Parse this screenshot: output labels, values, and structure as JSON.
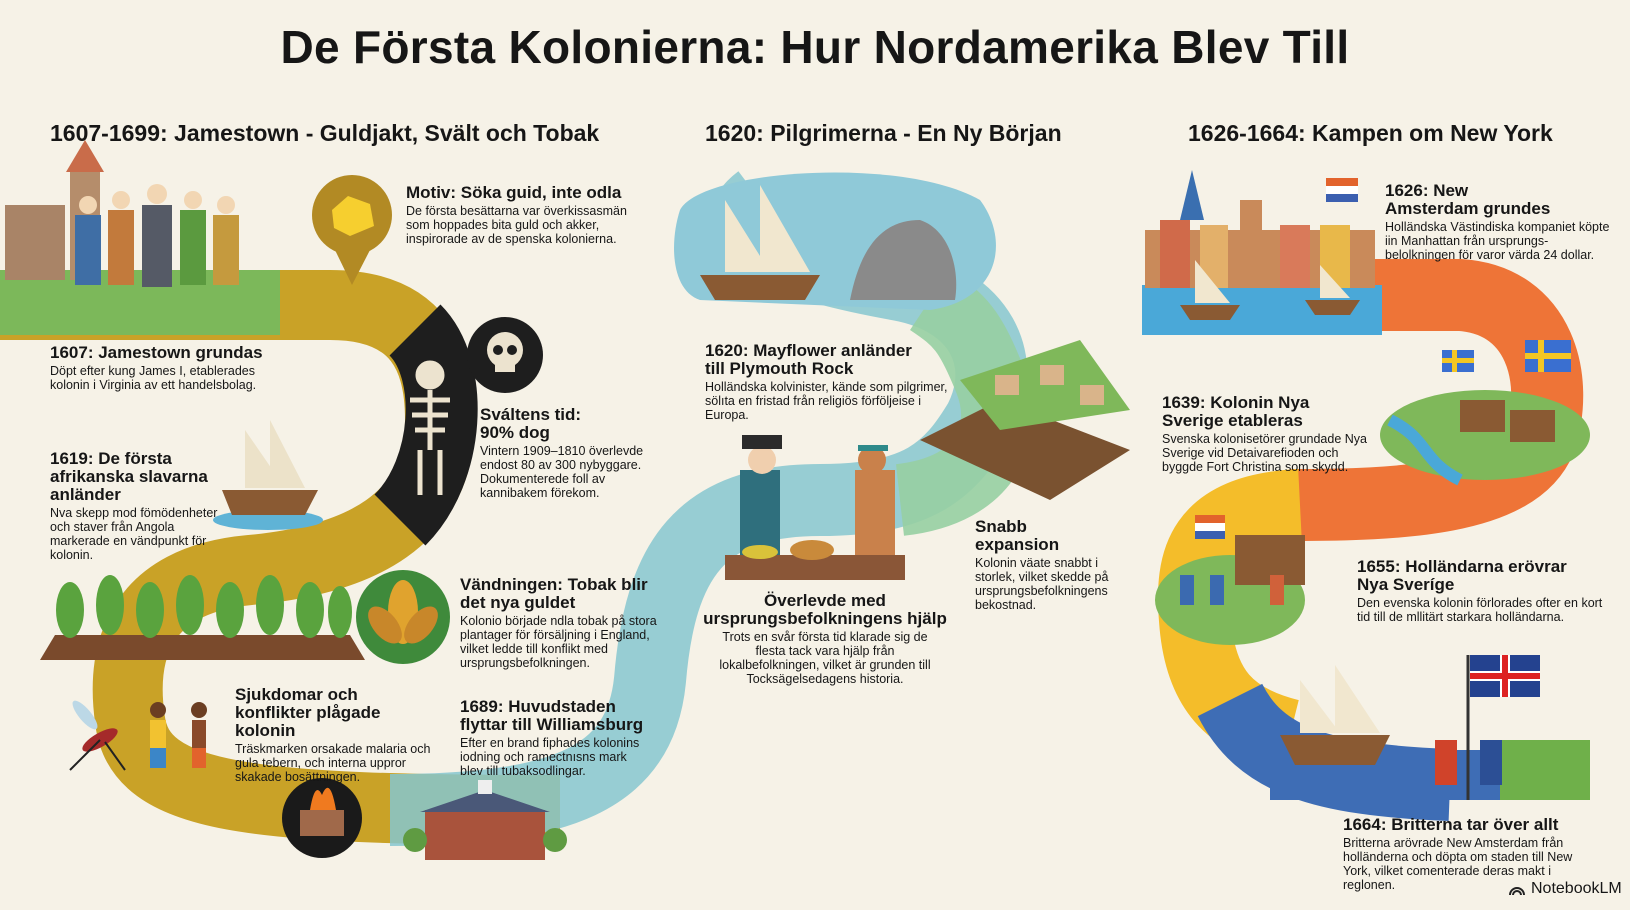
{
  "title": "De Första Kolonierna: Hur Nordamerika Blev Till",
  "sections": [
    {
      "heading": "1607-1699: Jamestown - Guldjakt, Svält och Tobak"
    },
    {
      "heading": "1620: Pilgrimerna - En Ny Början"
    },
    {
      "heading": "1626-1664: Kampen om New York"
    }
  ],
  "events": {
    "motiv": {
      "title": "Motiv: Söka guid, inte odla",
      "text": "De första besättarna var överkissasmän som hoppades bita guld och akker, inspirorade av de spenska kolonierna.",
      "icon": "gold-nugget-icon"
    },
    "jamestown": {
      "title": "1607: Jamestown grundas",
      "text": "Döpt efter kung James I, etablerades kolonin i Virginia av ett handelsbolag."
    },
    "svalt": {
      "title": "Sváltens tid: 90% dog",
      "text": "Vintern 1909–1810 överlevde endost 80 av 300 nybyggare. Dokumenterede foll av kannibakem förekom.",
      "icon": "skull-icon"
    },
    "slavar": {
      "title": "1619: De första afrikanska slavarna anländer",
      "text": "Nva skepp mod fömödenheter och staver från Angola markerade en vändpunkt för kolonin."
    },
    "tobak": {
      "title": "Vändningen: Tobak blir det nya guldet",
      "text": "Kolonio började ndla tobak på stora plantager för försäljning i England, vilket ledde till konflikt med ursprungsbefolkningen.",
      "icon": "tobacco-leaf-icon"
    },
    "sjukdomar": {
      "title": "Sjukdomar och konflikter plågade kolonin",
      "text": "Träskmarken orsakade malaria och gula tebern, och interna uppror skakade bosättningen."
    },
    "williamsburg": {
      "title": "1689: Huvudstaden flyttar till Williamsburg",
      "text": "Efter en brand fiphades kolonins iodning och ramectnısns mark blev till tubaksodlingar.",
      "icon": "burning-fort-icon"
    },
    "mayflower": {
      "title": "1620: Mayflower anländer till Plymouth Rock",
      "text": "Holländska kolvinister, kände som pilgrimer, sölıta en fristad från religiös förföljeise i Europa."
    },
    "overlevde": {
      "title": "Överlevde med ursprungsbefolkningens hjälp",
      "text": "Trots en svår första tid klarade sig de flesta tack vara hjälp från lokalbefolkningen, vilket är grunden till Tocksägelsedagens historia."
    },
    "expansion": {
      "title": "Snabb expansion",
      "text": "Kolonin väate snabbt i storlek, vilket skedde på ursprungsbefolkningens bekostnad."
    },
    "amsterdam": {
      "title": "1626: New Amsterdam grundes",
      "text": "Holländska Västindiska kompaniet köpte iin Manhattan från ursprungs-belolkningen för varor värda 24 dollar."
    },
    "nyasverige": {
      "title": "1639: Kolonin Nya Sverige etableras",
      "text": "Svenska kolonisetörer grundade Nya Sverige vid Detaivarefioden och byggde Fort Christina som skydd."
    },
    "erovrar": {
      "title": "1655: Holländarna erövrar Nya Sveríge",
      "text": "Den evenska kolonin förlorades ofter en kort tid till de mllitärt starkara holländarna."
    },
    "britterna": {
      "title": "1664: Britterna tar över allt",
      "text": "Britterna arövrade New Amsterdam från holländerna och döpta om staden till New York, vilket comenterade deras makt i reglonen."
    }
  },
  "brand": "NotebookLM",
  "colors": {
    "background": "#f6f2e7",
    "gold": "#c9a227",
    "dark": "#1e1e1e",
    "teal": "#7cc3cc",
    "green": "#8ec99a",
    "orange": "#ee7437",
    "yellow": "#f4bd2a",
    "blue": "#3e6db5"
  }
}
